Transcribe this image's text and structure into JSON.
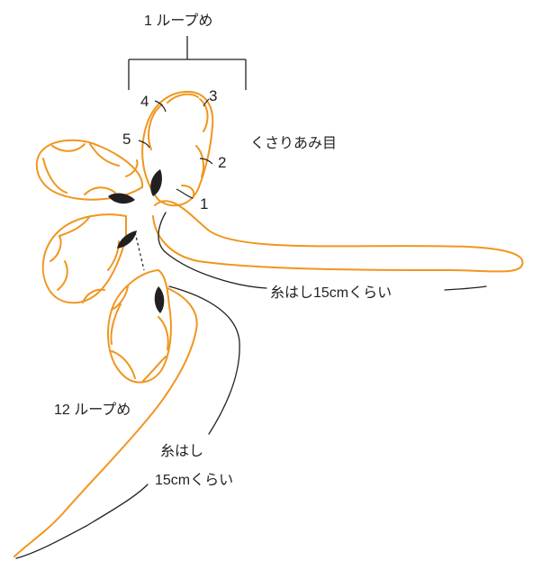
{
  "diagram": {
    "labels": {
      "loop_first": "1 ループめ",
      "loop_last": "12 ループめ",
      "chain_stitch": "くさりあみ目",
      "n1": "1",
      "n2": "2",
      "n3": "3",
      "n4": "4",
      "n5": "5",
      "tail_right": "糸はし15cmくらい",
      "tail_bottom_line1": "糸はし",
      "tail_bottom_line2": "15cmくらい"
    },
    "colors": {
      "yarn_orange": "#f0961e",
      "yarn_black": "#231f20",
      "text": "#231f20"
    }
  }
}
